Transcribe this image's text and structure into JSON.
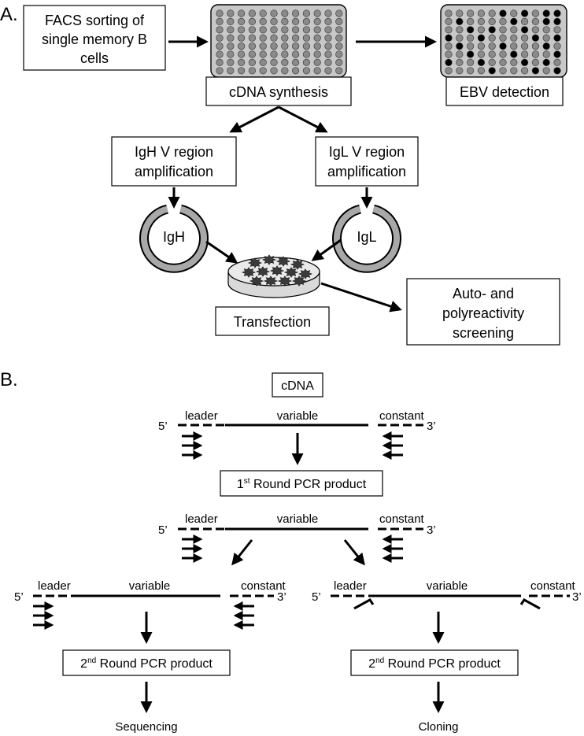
{
  "panel_a": {
    "label": "A.",
    "facs": [
      "FACS sorting of",
      "single memory B",
      "cells"
    ],
    "cdna_synthesis": "cDNA synthesis",
    "ebv_detection": "EBV detection",
    "igh_amp": [
      "IgH V region",
      "amplification"
    ],
    "igl_amp": [
      "IgL V region",
      "amplification"
    ],
    "igh_plasmid": "IgH",
    "igl_plasmid": "IgL",
    "transfection": "Transfection",
    "screening": [
      "Auto- and",
      "polyreactivity",
      "screening"
    ]
  },
  "panel_b": {
    "label": "B.",
    "cdna": "cDNA",
    "five_prime": "5’",
    "three_prime": "3’",
    "leader": "leader",
    "variable": "variable",
    "constant": "constant",
    "first_round": {
      "sup": "st",
      "num": "1",
      "rest": " Round PCR product"
    },
    "second_round": {
      "sup": "nd",
      "num": "2",
      "rest": " Round PCR product"
    },
    "sequencing": "Sequencing",
    "cloning": "Cloning"
  },
  "colors": {
    "plate": "#c8c8c8",
    "well": "#8a8a8a",
    "positive_well": "#000000",
    "cells": "#3a3a3a",
    "dish": "#d9d9d9"
  }
}
